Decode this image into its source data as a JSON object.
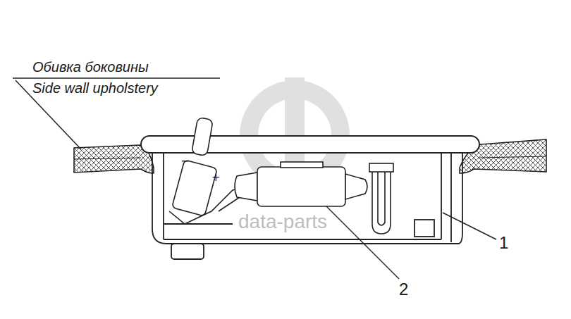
{
  "diagram": {
    "labels": [
      "Обивка боковины",
      "Side wall upholstery",
      "−",
      "+",
      "2",
      "1",
      "data-parts"
    ]
  }
}
